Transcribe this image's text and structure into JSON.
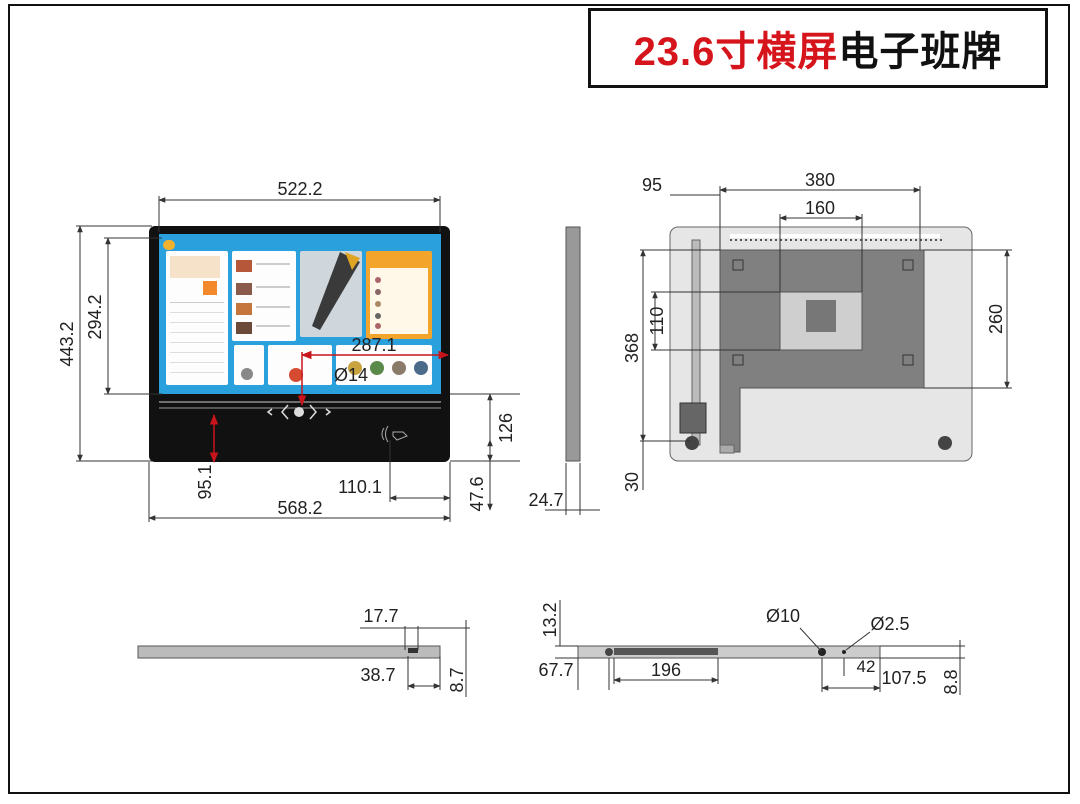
{
  "title": {
    "red_part": "23.6寸横屏",
    "black_part": "电子班牌"
  },
  "dimensions": {
    "front_top_width": "522.2",
    "front_height": "443.2",
    "front_screen_height": "294.2",
    "front_screen_to_edge": "287.1",
    "front_camera_dia": "Ø14",
    "front_bottom_panel": "95.1",
    "front_nfc_h": "126",
    "front_nfc_x": "110.1",
    "front_nfc_y": "47.6",
    "front_total_width": "568.2",
    "side_depth": "24.7",
    "back_left": "95",
    "back_vesa_outer": "380",
    "back_vesa_inner": "160",
    "back_h368": "368",
    "back_h110": "110",
    "back_h260": "260",
    "back_h30": "30",
    "top_17_7": "17.7",
    "top_38_7": "38.7",
    "top_8_7": "8.7",
    "bottom_13_2": "13.2",
    "bottom_67_7": "67.7",
    "bottom_196": "196",
    "bottom_d10": "Ø10",
    "bottom_d2_5": "Ø2.5",
    "bottom_42": "42",
    "bottom_107_5": "107.5",
    "bottom_8_8": "8.8"
  },
  "colors": {
    "accent_red": "#c8141b",
    "screen_blue": "#2aa0dc",
    "panel_black": "#111111",
    "back_gray": "#8a8a8a"
  }
}
